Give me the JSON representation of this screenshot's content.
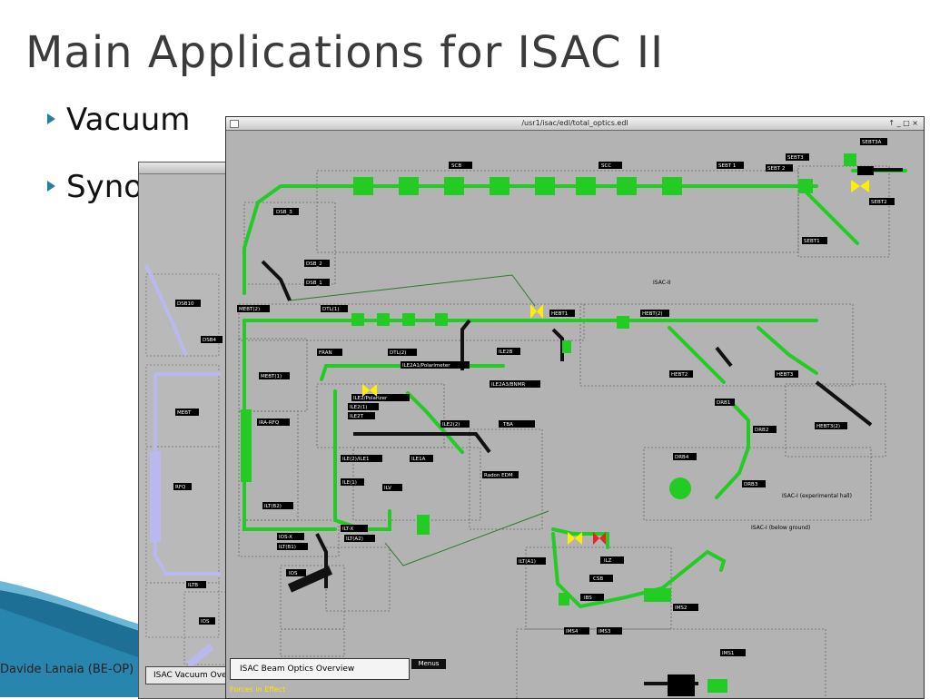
{
  "slide": {
    "title": "Main Applications for ISAC II",
    "bullets": [
      "Vacuum",
      "Synoptic"
    ],
    "author": "Davide Lanaia (BE-OP)"
  },
  "back_window": {
    "button_label": "ISAC Vacuum Overv",
    "labels": [
      "DSB10",
      "DSB4",
      "MEBT",
      "RFQ",
      "ILTB",
      "IOS"
    ]
  },
  "window": {
    "title": "/usr1/isac/edl/total_optics.edl",
    "controls": "↑ _ □ ×",
    "overview_label": "ISAC Beam Optics Overview",
    "menu_label": "Menus",
    "forces_label": "Forces in Effect",
    "section_labels": {
      "isac2": "ISAC-II",
      "exp_hall": "ISAC-I (experimental hall)",
      "below_ground": "ISAC-I (below ground)"
    },
    "element_labels": [
      "SEBT3A",
      "SCB",
      "SCC",
      "SEBT 1",
      "SEBT 2",
      "SEBT3",
      "SEBT2",
      "SEBT1",
      "DSB_3",
      "DSB_2",
      "DSB_1",
      "MEBT(2)",
      "DTL(1)",
      "MEBT(1)",
      "HEBT1",
      "HEBT(2)",
      "FRAN",
      "DTL(2)",
      "ILE2A1/Polarimeter",
      "ILE2B",
      "ILE2A3/BNMR",
      "ILE2/Polarizer",
      "ILE2(1)",
      "ILE2T",
      "ILE2(2)",
      "TBA",
      "HEBT2",
      "HEBT3",
      "DRB1",
      "HEBT3(2)",
      "IRA-RFQ",
      "ILE(2)/ILE1",
      "ILE1A",
      "ILE(1)",
      "ILV",
      "Radon EDM",
      "DRB2",
      "DRB4",
      "DRB3",
      "ILT(B2)",
      "ILT-X",
      "IOS-X",
      "ILT(A2)",
      "ILT(B1)",
      "IOS",
      "ILT(A1)",
      "ILZ",
      "CSB",
      "IBS",
      "IMS2",
      "IMS4",
      "IMS3",
      "IMS1"
    ]
  },
  "colors": {
    "beamline": "#22cc22",
    "panel": "#b3b3b3",
    "label_bg": "#000000",
    "back_beamline": "#b9b9f0"
  }
}
